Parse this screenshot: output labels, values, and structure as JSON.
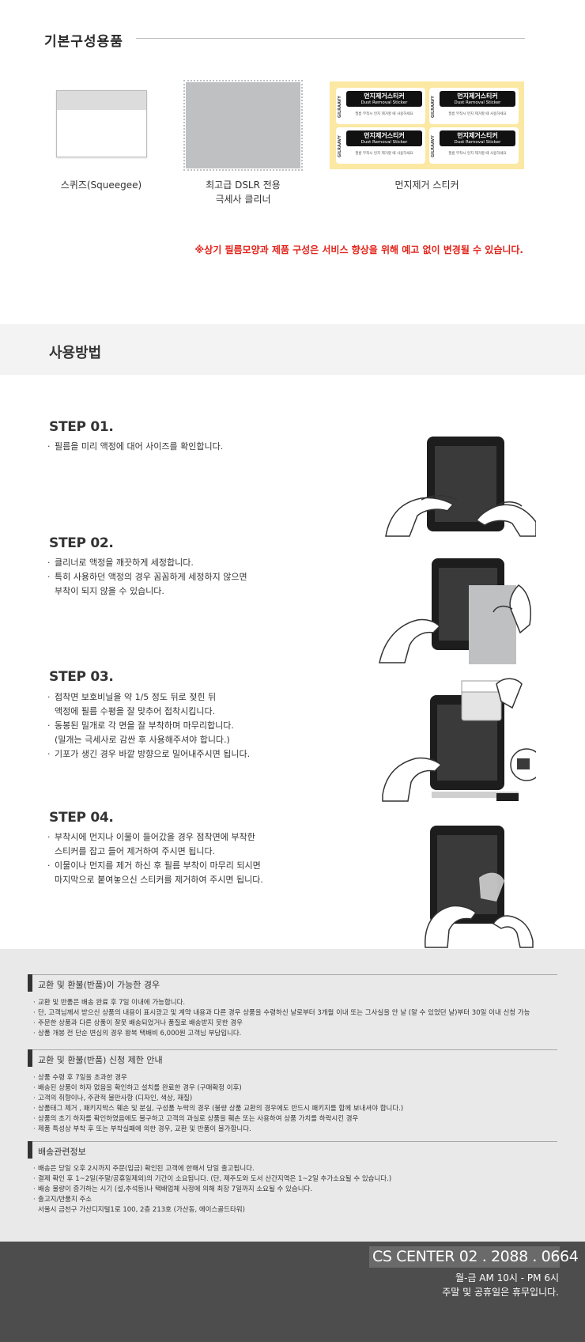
{
  "components": {
    "title": "기본구성용품",
    "items": [
      {
        "caption": "스퀴즈(Squeegee)"
      },
      {
        "caption": "최고급 DSLR 전용\n극세사 클리너"
      },
      {
        "caption": "먼지제거 스티커"
      }
    ],
    "sticker": {
      "brand": "GILRAAVY",
      "title_ko": "먼지제거스티커",
      "title_en": "Dust Removal Sticker",
      "note": "필름 부착시 먼지 제거할 때 사용하세요"
    },
    "notice": "※상기 필름모양과 제품 구성은 서비스 향상을 위해 예고 없이 변경될 수 있습니다."
  },
  "usage": {
    "title": "사용방법",
    "steps": [
      {
        "heading": "STEP 01.",
        "lines": [
          "필름을 미리 액정에 대어 사이즈를 확인합니다."
        ]
      },
      {
        "heading": "STEP 02.",
        "lines": [
          "클리너로 액정을 깨끗하게 세정합니다.",
          "특히 사용하던 액정의 경우 꼼꼼하게 세정하지 않으면\n부착이 되지 않을 수 있습니다."
        ]
      },
      {
        "heading": "STEP 03.",
        "lines": [
          "접착면 보호비닐을 약 1/5 정도 뒤로 젖힌 뒤\n액정에 필름 수평을 잘 맞추어 접착시킵니다.",
          "동봉된 밀개로 각 면을 잘 부착하며 마무리합니다.\n(밀개는 극세사로 감싼 후 사용해주셔야 합니다.)",
          "기포가 생긴 경우 바깥 방향으로 밀어내주시면 됩니다."
        ]
      },
      {
        "heading": "STEP 04.",
        "lines": [
          "부착시에 먼지나 이물이 들어갔을 경우 점착면에 부착한\n스티커를 잡고 들어 제거하여 주시면 됩니다.",
          "이물이나 먼지를 제거 하신 후 필름 부착이 마무리 되시면\n마지막으로 붙여놓으신 스티커를 제거하여 주시면 됩니다."
        ]
      }
    ]
  },
  "policy": {
    "sections": [
      {
        "title": "교환 및 환불(반품)이 가능한 경우",
        "items": [
          "교환 및 반품은 배송 완료 후 7일 이내에 가능합니다.",
          "단, 고객님께서 받으신 상품의 내용이 표시광고 및 계약 내용과 다른 경우 상품을 수령하신 날로부터 3개월 이내 또는 그사실을 안 날 (알 수 있었던 날)부터 30일 이내 신청 가능",
          "주문한 상품과 다른 상품이 잘못 배송되었거나 품질로 배송받지 못한 경우",
          "상품 개봉 전 단순 변심의 경우 왕복 택배비 6,000원 고객님 부담입니다."
        ]
      },
      {
        "title": "교환 및 환불(반품) 신청 제한 안내",
        "items": [
          "상품 수령 후 7일을 초과한 경우",
          "배송된 상품이 하자 없음을 확인하고 설치를 완료한 경우 (구매확정 이후)",
          "고객의 취향이나, 주관적 불만사항 (디자인, 색상, 재질)",
          "상품태그 제거 , 패키지박스 훼손 및 분실, 구성품 누락의 경우 (불량 상품 교환의 경우에도 반드시 패키지를 함께 보내셔야 합니다.)",
          "상품의 초기 하자를 확인하였음에도 불구하고 고객의 과실로 상품을 훼손 또는 사용하여 상품 가치를 하락시킨 경우",
          "제품 특성상 부착 후 또는 부착실패에 의한 경우, 교환 및 반품이 불가합니다."
        ]
      },
      {
        "title": "배송관련정보",
        "items": [
          "배송은 당일 오후 2시까지 주문(입금) 확인된 고객에 한해서 당일 출고됩니다.",
          "결제 확인 후 1~2일(주말/공휴일제외)의 기간이 소요됩니다. (단, 제주도와 도서 산간지역은 1~2일 추가소요될 수 있습니다.)",
          "배송 물량이 증가하는 시기 (설,추석등)나 택배업체 사정에 의해 최장 7일까지 소요될 수 있습니다.",
          "출고지/반품지 주소"
        ],
        "address": "서울시 금천구 가산디지털1로 100, 2층 213호 (가산동, 에이스골드타워)"
      }
    ]
  },
  "footer": {
    "cs": "CS CENTER  02 . 2088 . 0664",
    "hours": "월-금  AM  10시 - PM 6시",
    "closed": "주말 및 공휴일은 휴무입니다."
  }
}
